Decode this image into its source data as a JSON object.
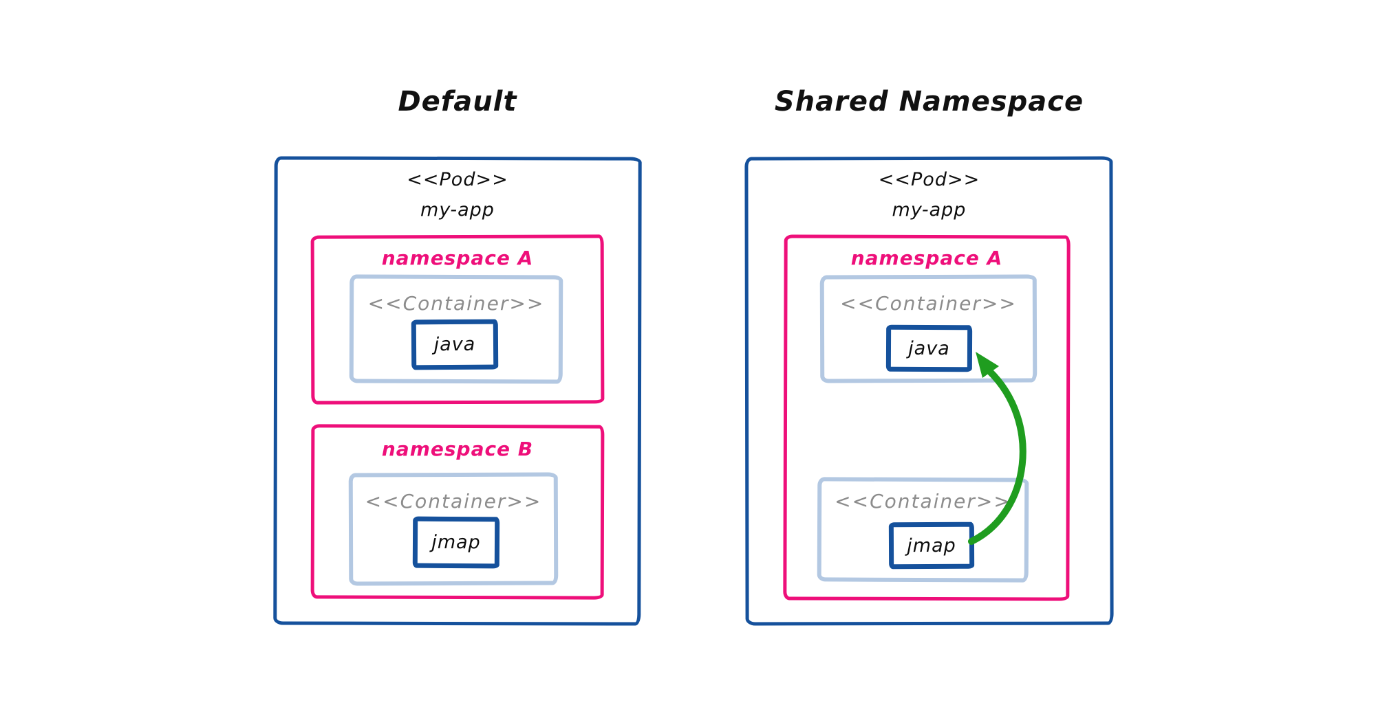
{
  "diagram": {
    "background": "#ffffff",
    "colors": {
      "pod_border": "#15519c",
      "namespace_border": "#ee0f7a",
      "container_border": "#b3c8e2",
      "container_text": "#8c8c8c",
      "process_border": "#15519c",
      "arrow": "#1f9d1f",
      "text": "#111111"
    },
    "panels": [
      {
        "title": "Default",
        "pod": {
          "stereotype": "<<Pod>>",
          "name": "my-app"
        },
        "namespaces": [
          {
            "label": "namespace A",
            "containers": [
              {
                "stereotype": "<<Container>>",
                "process": "java"
              }
            ]
          },
          {
            "label": "namespace B",
            "containers": [
              {
                "stereotype": "<<Container>>",
                "process": "jmap"
              }
            ]
          }
        ]
      },
      {
        "title": "Shared Namespace",
        "pod": {
          "stereotype": "<<Pod>>",
          "name": "my-app"
        },
        "namespaces": [
          {
            "label": "namespace A",
            "containers": [
              {
                "stereotype": "<<Container>>",
                "process": "java"
              },
              {
                "stereotype": "<<Container>>",
                "process": "jmap"
              }
            ]
          }
        ],
        "arrow": {
          "from": "jmap",
          "to": "java",
          "color": "#1f9d1f"
        }
      }
    ]
  }
}
